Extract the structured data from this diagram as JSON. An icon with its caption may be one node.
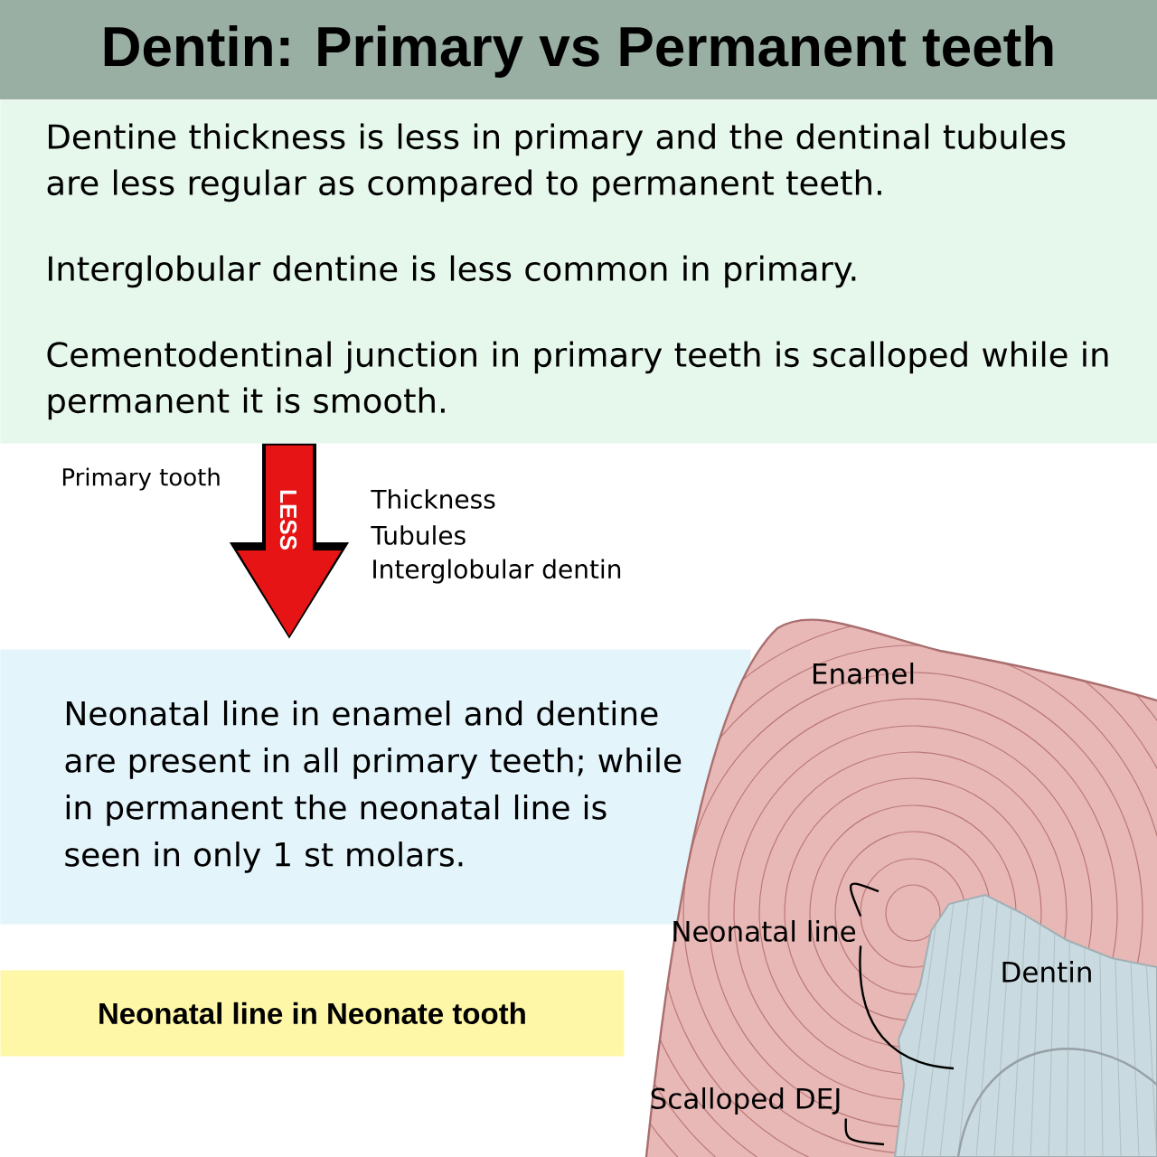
{
  "diagram": {
    "title": "Dentin: Primary vs Permanent teeth",
    "nodes": [
      {
        "text": [
          "Dentine thickness is less in primary and the dentinal tubules are less regular as compared to permanent teeth.",
          "Interglobular dentine is less common in primary.",
          "Cementodentinal junction in primary teeth is scalloped while in permanent it is smooth."
        ]
      },
      {
        "text": [
          "Neonatal line in enamel and dentine are present in all primary teeth; while in permanent the neonatal line is seen in only 1 st molars."
        ]
      },
      {
        "text": [
          "Neonatal line"
        ]
      },
      {
        "text": [
          "Neonatal line in Neonate tooth"
        ]
      },
      {
        "text": [
          "Scalloped DEJ"
        ]
      }
    ],
    "edges": [
      {
        "from": 2,
        "to": null,
        "arrow": "none"
      },
      {
        "from": 2,
        "to": null,
        "arrow": "none"
      },
      {
        "from": 4,
        "to": null,
        "arrow": "none"
      },
      {
        "from": 0,
        "to": 1,
        "arrow": "to",
        "label": "LESS",
        "style": "thick",
        "color": "#e61414"
      }
    ],
    "labels": [
      "Primary tooth",
      "Thickness",
      "Tubules",
      "Interglobular dentin",
      "Enamel",
      "Dentin"
    ]
  }
}
